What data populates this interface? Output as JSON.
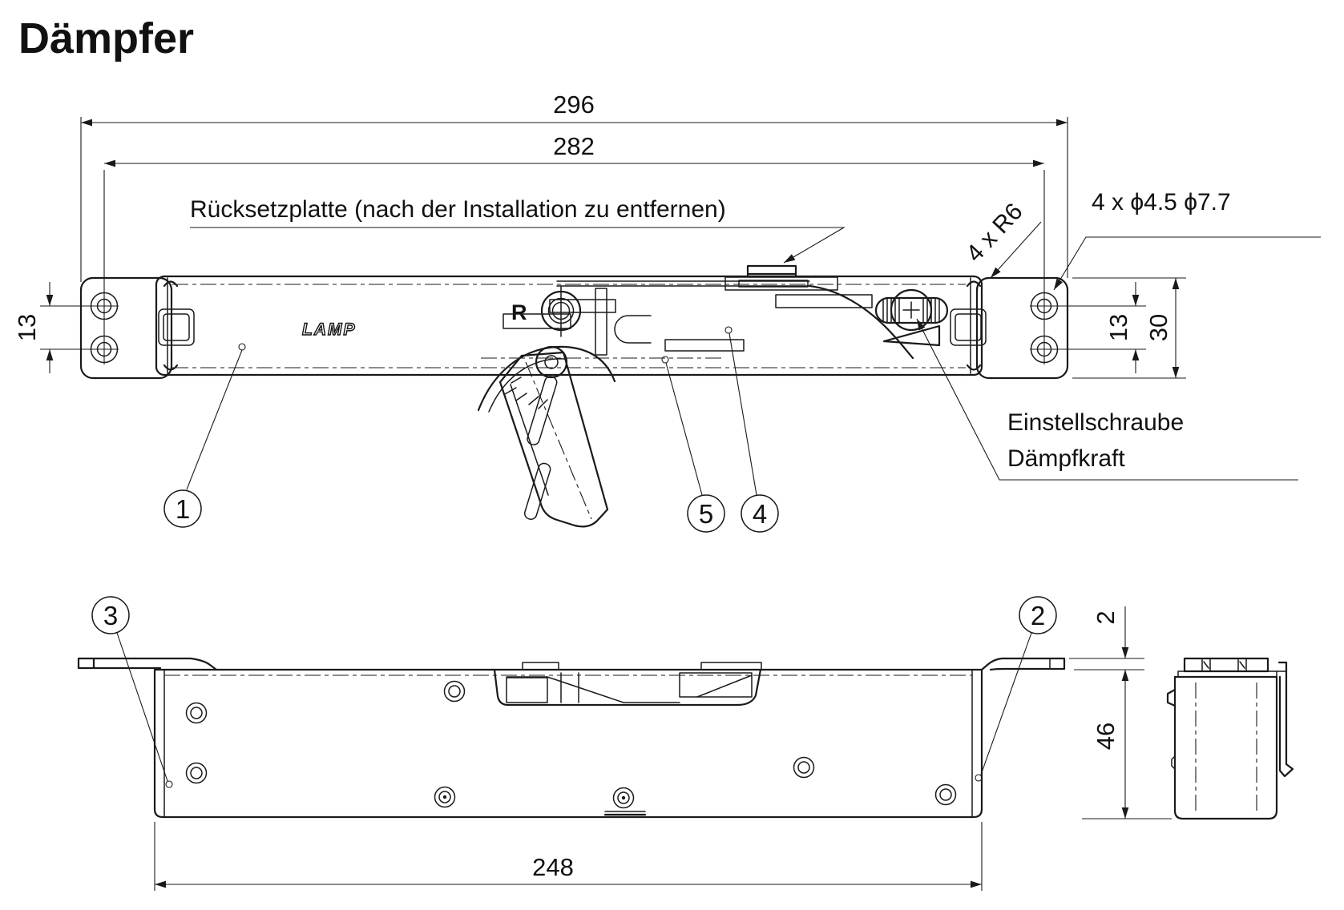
{
  "title": "Dämpfer",
  "labels": {
    "reset_plate": "Rücksetzplatte (nach der Installation zu entfernen)",
    "holes_note": "4 x ϕ4.5 ϕ7.7",
    "radius_note": "4 x R6",
    "adjust_line1": "Einstellschraube",
    "adjust_line2": "Dämpfkraft",
    "logo": "LAMP",
    "r_mark": "R"
  },
  "dims": {
    "overall_length": "296",
    "hole_span": "282",
    "left_hole_pitch": "13",
    "right_hole_pitch": "13",
    "bracket_height": "30",
    "plate_thickness": "2",
    "housing_height": "46",
    "housing_length": "248"
  },
  "callouts": {
    "one": "1",
    "two": "2",
    "three": "3",
    "four": "4",
    "five": "5"
  }
}
